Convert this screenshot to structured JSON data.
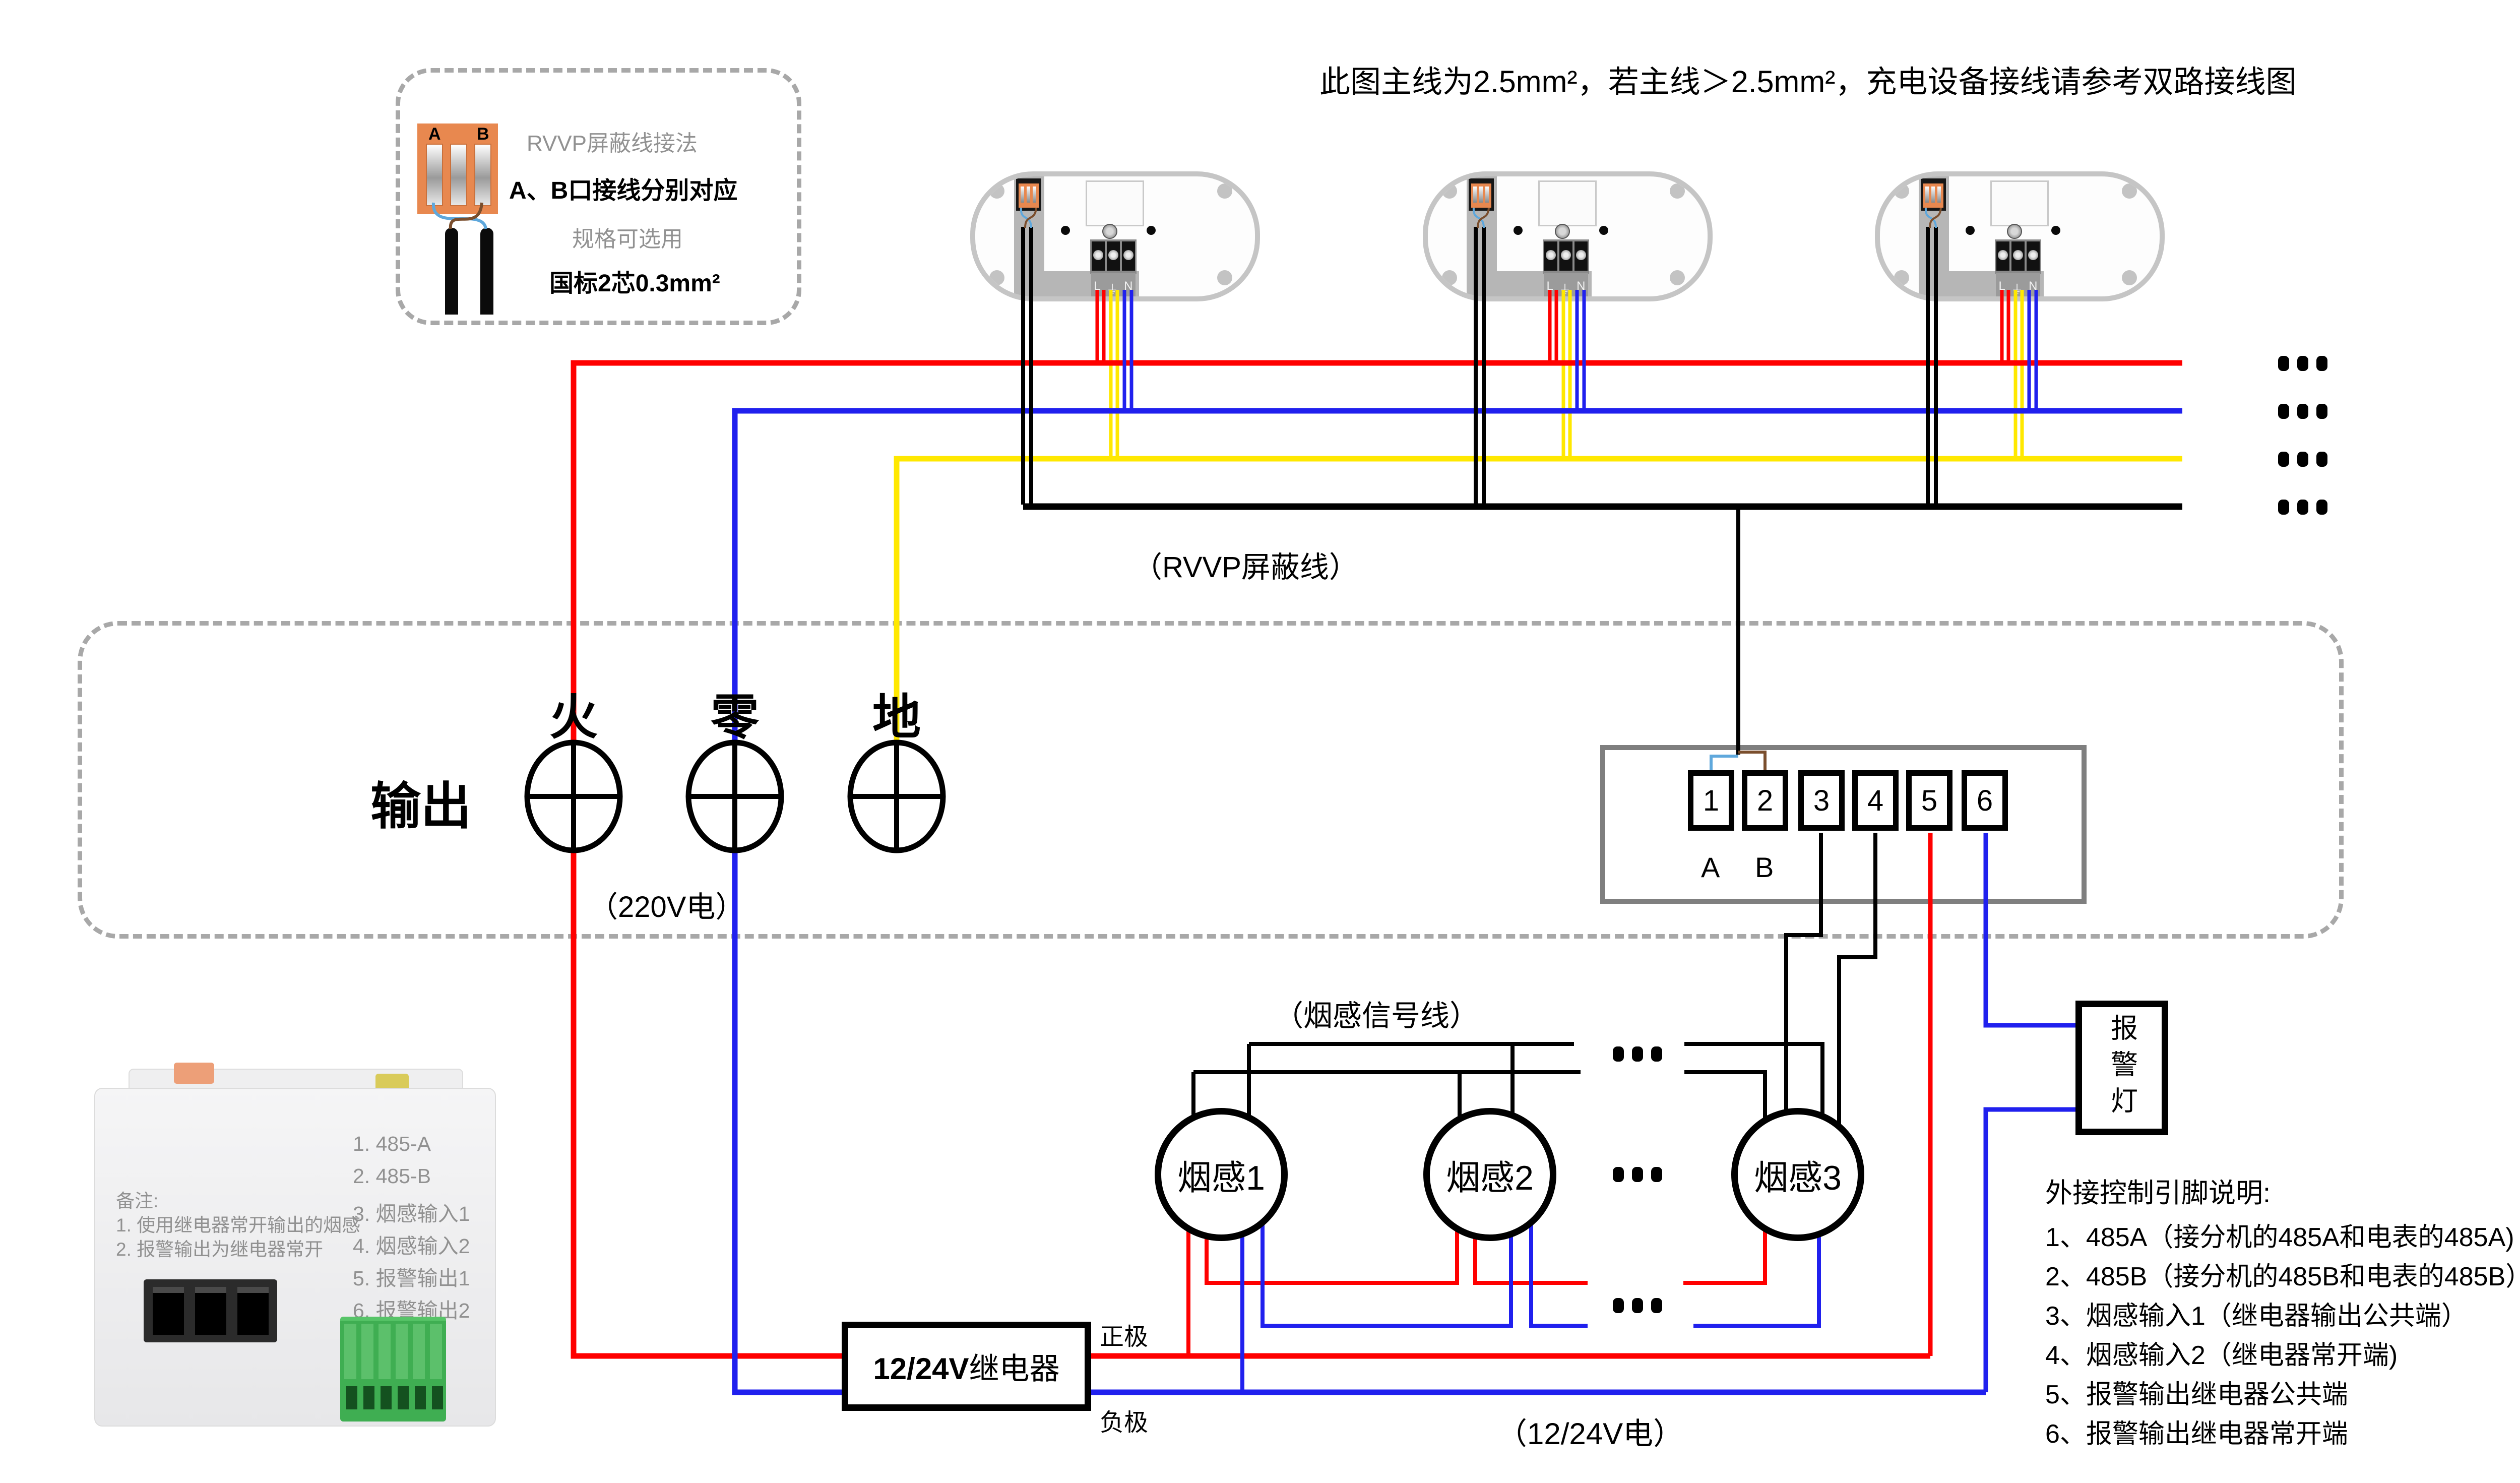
{
  "title": "此图主线为2.5mm²，若主线＞2.5mm²，充电设备接线请参考双路接线图",
  "inset": {
    "line1": "RVVP屏蔽线接法",
    "line2": "A、B口接线分别对应",
    "line3": "规格可选用",
    "line4": "国标2芯0.3mm²",
    "port_a": "A",
    "port_b": "B"
  },
  "charging_device": {
    "terminal_labels": [
      "L",
      "⏚",
      "N"
    ]
  },
  "output_section": {
    "label": "输出",
    "live": "火",
    "neutral": "零",
    "ground": "地",
    "voltage": "（220V电）"
  },
  "rvvp_label": "（RVVP屏蔽线）",
  "terminal_block": {
    "pins": [
      "1",
      "2",
      "3",
      "4",
      "5",
      "6"
    ],
    "port_a": "A",
    "port_b": "B"
  },
  "smoke": {
    "signal_label": "（烟感信号线）",
    "detectors": [
      "烟感1",
      "烟感2",
      "烟感3"
    ]
  },
  "relay": {
    "label": "12/24V继电器",
    "positive": "正极",
    "negative": "负极",
    "supply": "（12/24V电）"
  },
  "alarm_lamp": {
    "label": "报警灯"
  },
  "notes": {
    "title": "外接控制引脚说明:",
    "items": [
      "1、485A（接分机的485A和电表的485A)",
      "2、485B（接分机的485B和电表的485B）",
      "3、烟感输入1（继电器输出公共端）",
      "4、烟感输入2（继电器常开端)",
      "5、报警输出继电器公共端",
      "6、报警输出继电器常开端"
    ]
  },
  "module_photo": {
    "remark_title": "备注:",
    "remark1": "1. 使用继电器常开输出的烟感",
    "remark2": "2. 报警输出为继电器常开",
    "pins": [
      "1. 485-A",
      "2. 485-B",
      "3. 烟感输入1",
      "4. 烟感输入2",
      "5. 报警输出1",
      "6. 报警输出2"
    ],
    "pin_first": "1",
    "pin_last": "6"
  },
  "colors": {
    "live_wire": "#ff0000",
    "neutral_wire": "#2020ee",
    "ground_wire": "#ffe800",
    "signal_wire": "#000000",
    "core_a_wire": "#5fa8dc",
    "core_b_wire": "#7a4e2d",
    "connector_orange": "#e8884f",
    "dashed_frame": "#a8a8a8",
    "terminal_frame": "#7f7f7f"
  }
}
